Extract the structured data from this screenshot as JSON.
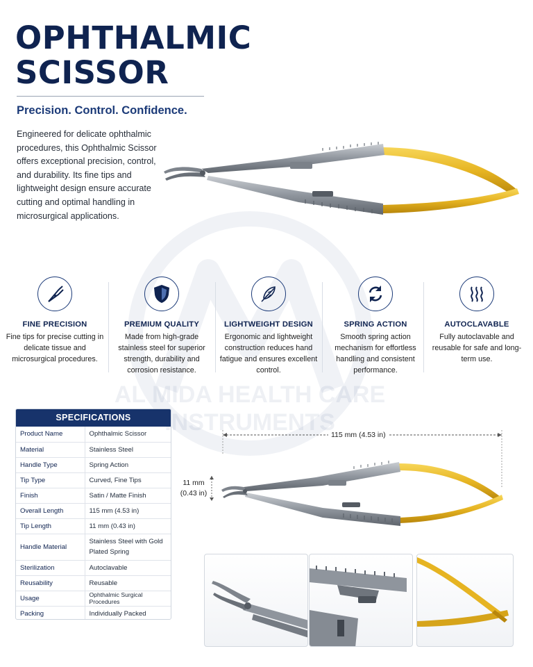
{
  "header": {
    "title_line1": "OPHTHALMIC",
    "title_line2": "SCISSOR",
    "tagline": "Precision. Control. Confidence.",
    "intro": "Engineered for delicate ophthalmic procedures, this Ophthalmic Scissor offers exceptional precision, control, and durability. Its fine tips and lightweight design ensure accurate cutting and optimal handling in microsurgical applications."
  },
  "watermark": {
    "line1": "AL MIDA HEALTH CARE",
    "line2": "INSTRUMENTS"
  },
  "features": [
    {
      "icon": "scissor-tip-icon",
      "title": "FINE PRECISION",
      "desc": "Fine tips for precise cutting in delicate tissue and microsurgical procedures."
    },
    {
      "icon": "shield-icon",
      "title": "PREMIUM QUALITY",
      "desc": "Made from high-grade stainless steel for superior strength, durability and corrosion resistance."
    },
    {
      "icon": "feather-icon",
      "title": "LIGHTWEIGHT DESIGN",
      "desc": "Ergonomic and lightweight construction reduces hand fatigue and ensures excellent control."
    },
    {
      "icon": "refresh-arrows-icon",
      "title": "SPRING ACTION",
      "desc": "Smooth spring action mechanism for effortless handling and consistent performance."
    },
    {
      "icon": "steam-icon",
      "title": "AUTOCLAVABLE",
      "desc": "Fully autoclavable and reusable for safe and long-term use."
    }
  ],
  "specifications": {
    "heading": "SPECIFICATIONS",
    "rows": [
      {
        "key": "Product Name",
        "value": "Ophthalmic Scissor"
      },
      {
        "key": "Material",
        "value": "Stainless Steel"
      },
      {
        "key": "Handle Type",
        "value": "Spring Action"
      },
      {
        "key": "Tip Type",
        "value": "Curved, Fine Tips"
      },
      {
        "key": "Finish",
        "value": "Satin / Matte Finish"
      },
      {
        "key": "Overall Length",
        "value": "115 mm (4.53 in)"
      },
      {
        "key": "Tip Length",
        "value": "11 mm (0.43 in)"
      },
      {
        "key": "Handle Material",
        "value": "Stainless Steel with Gold Plated Spring"
      },
      {
        "key": "Sterilization",
        "value": "Autoclavable"
      },
      {
        "key": "Reusability",
        "value": "Reusable"
      },
      {
        "key": "Usage",
        "value": "Ophthalmic Surgical Procedures"
      },
      {
        "key": "Packing",
        "value": "Individually Packed"
      }
    ]
  },
  "dimensions": {
    "overall_length": "115 mm (4.53 in)",
    "tip_length_mm": "11 mm",
    "tip_length_in": "(0.43 in)"
  },
  "colors": {
    "navy": "#0f2350",
    "accent_blue": "#1b3a78",
    "gold": "#e6b422",
    "steel": "#8f959d"
  }
}
